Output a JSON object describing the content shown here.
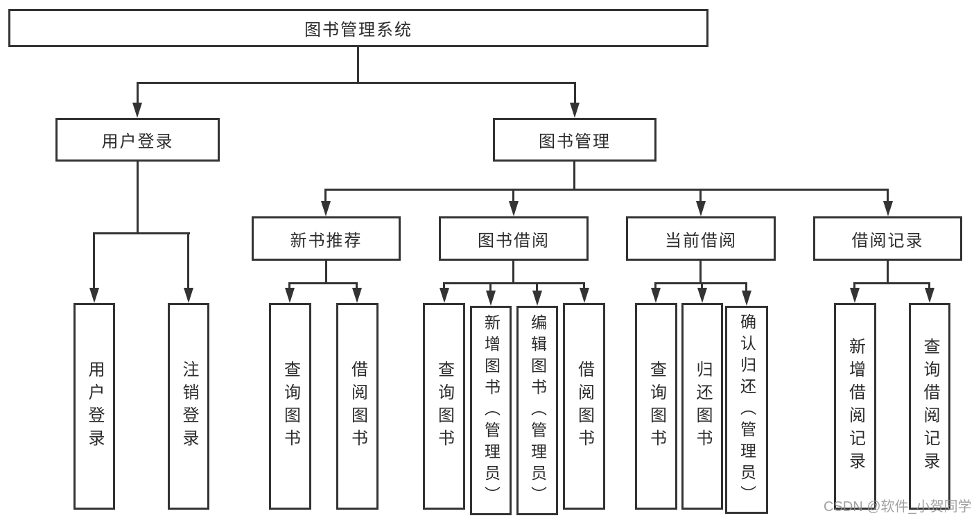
{
  "colors": {
    "line": "#333333",
    "text": "#2b2b2b",
    "background": "#ffffff",
    "watermark": "#909090"
  },
  "tree": {
    "root": {
      "label": "图书管理系统"
    },
    "branches": [
      {
        "label": "用户登录",
        "children": [
          {
            "label": "用户登录"
          },
          {
            "label": "注销登录"
          }
        ]
      },
      {
        "label": "图书管理",
        "children": [
          {
            "label": "新书推荐",
            "children": [
              {
                "label": "查询图书"
              },
              {
                "label": "借阅图书"
              }
            ]
          },
          {
            "label": "图书借阅",
            "children": [
              {
                "label": "查询图书"
              },
              {
                "label": "新增图书（管理员）"
              },
              {
                "label": "编辑图书（管理员）"
              },
              {
                "label": "借阅图书"
              }
            ]
          },
          {
            "label": "当前借阅",
            "children": [
              {
                "label": "查询图书"
              },
              {
                "label": "归还图书"
              },
              {
                "label": "确认归还（管理员）"
              }
            ]
          },
          {
            "label": "借阅记录",
            "children": [
              {
                "label": "新增借阅记录"
              },
              {
                "label": "查询借阅记录"
              }
            ]
          }
        ]
      }
    ]
  },
  "watermark": {
    "text": "CSDN @软件_小贺同学"
  }
}
